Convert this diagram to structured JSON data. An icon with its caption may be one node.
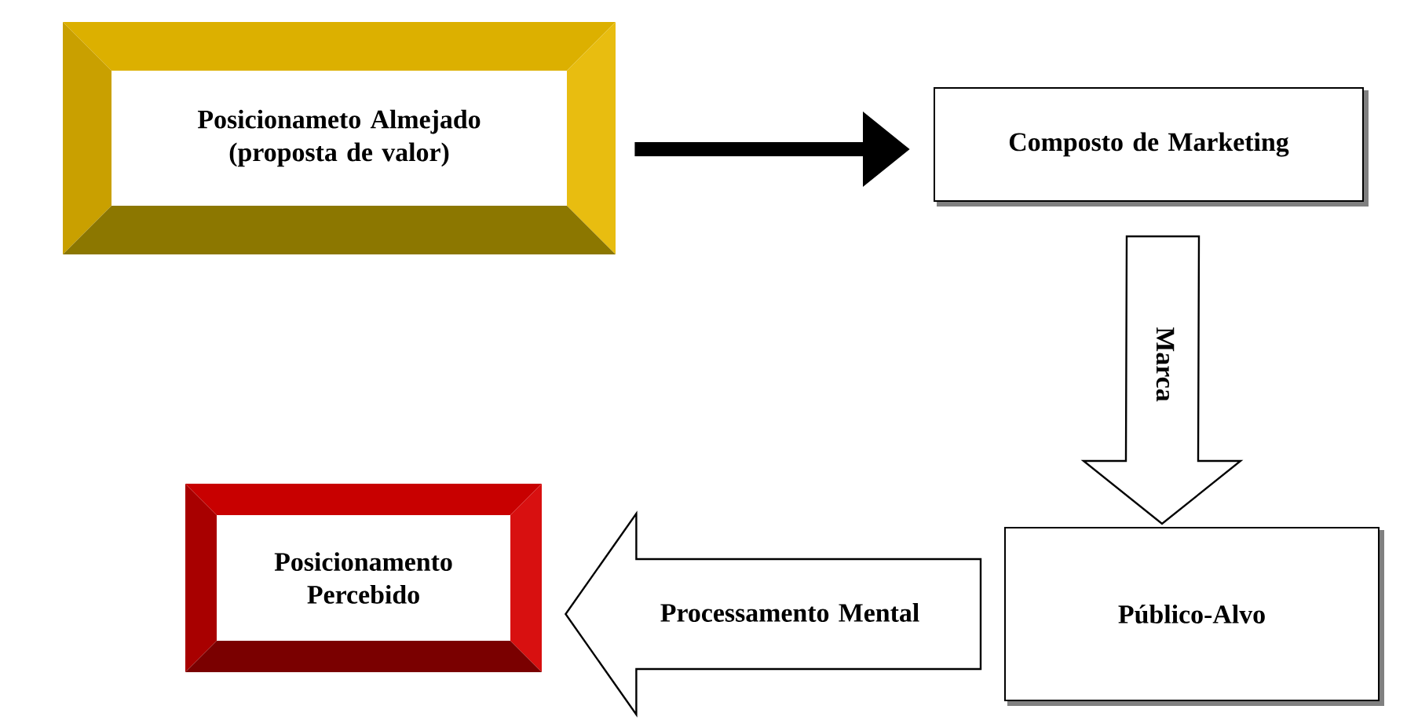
{
  "diagram": {
    "nodes": [
      {
        "text": [
          "Posicionameto Almejado (proposta de valor)"
        ]
      },
      {
        "text": [
          "Composto de Marketing"
        ]
      },
      {
        "text": [
          "Público-Alvo"
        ]
      },
      {
        "text": [
          "Posicionamento Percebido"
        ]
      }
    ],
    "edges": [
      {
        "from": 0,
        "to": 1,
        "arrow": "to"
      },
      {
        "from": 1,
        "to": 2,
        "arrow": "to",
        "label": "Marca"
      },
      {
        "from": 2,
        "to": 3,
        "arrow": "to",
        "label": "Processamento Mental"
      }
    ]
  }
}
